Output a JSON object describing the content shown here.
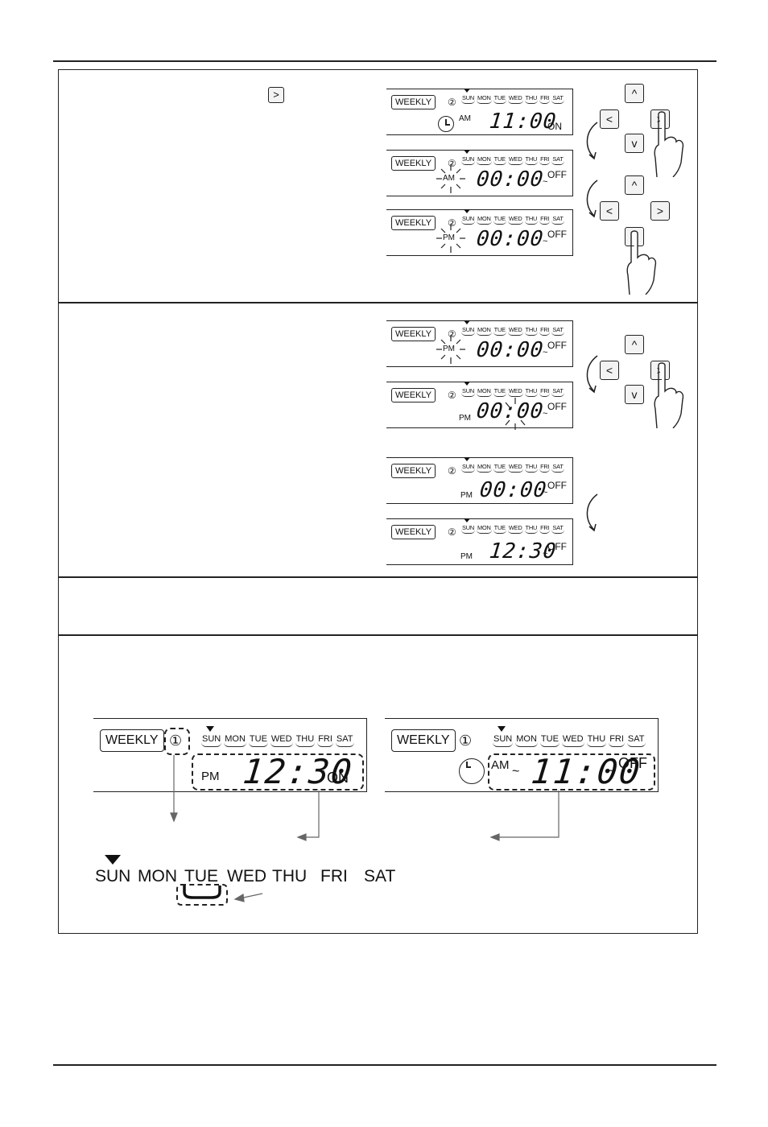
{
  "lcd": {
    "weekly": "WEEKLY",
    "program_2": "②",
    "program_1": "①",
    "days": [
      "SUN",
      "MON",
      "TUE",
      "WED",
      "THU",
      "FRI",
      "SAT"
    ],
    "am": "AM",
    "pm": "PM",
    "on": "ON",
    "off": "OFF",
    "tilde": "~",
    "time_1100": "11:00",
    "time_0000": "00:00",
    "time_1230": "12:30"
  },
  "keys": {
    "up": "^",
    "down": "v",
    "left": "<",
    "right": ">"
  },
  "step1": {
    "inline_button": ">"
  }
}
